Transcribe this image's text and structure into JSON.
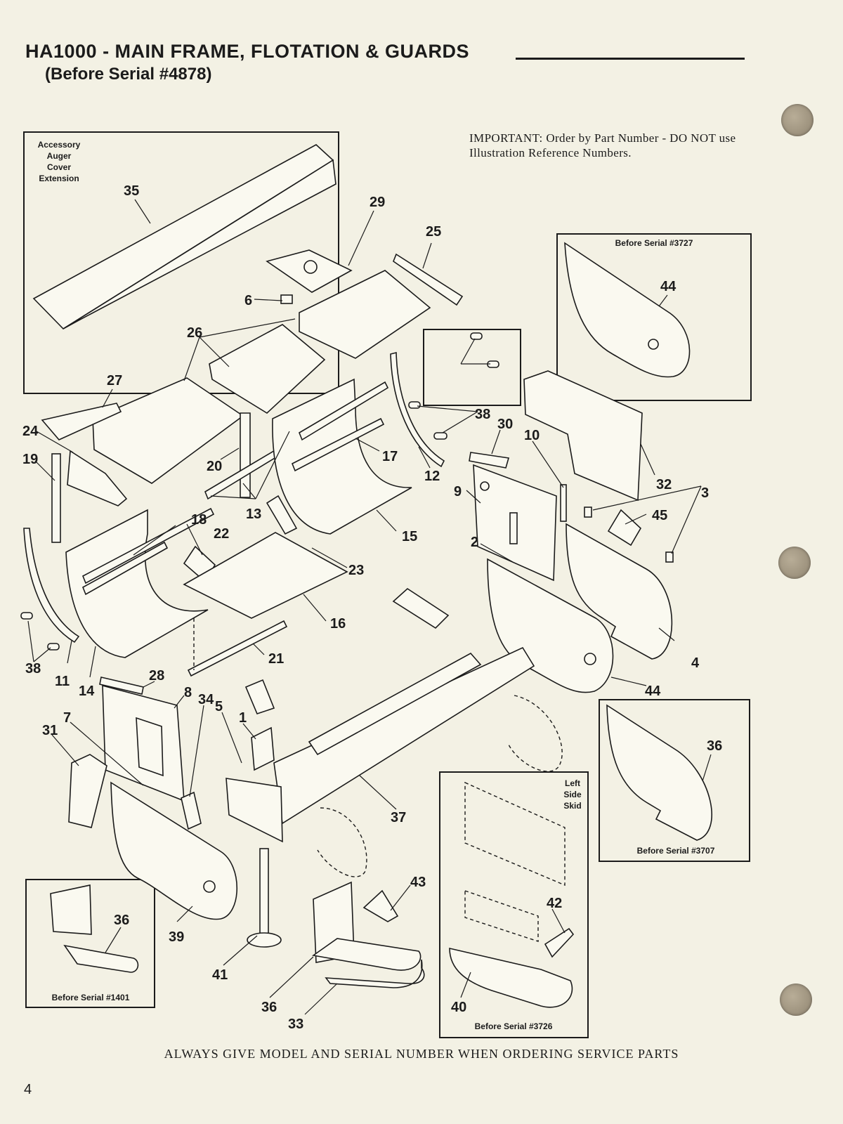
{
  "header": {
    "title": "HA1000 - MAIN FRAME, FLOTATION & GUARDS",
    "subtitle": "(Before Serial #4878)"
  },
  "important_note": "IMPORTANT: Order by Part Number - DO NOT use Illustration Reference Numbers.",
  "footer_note": "ALWAYS GIVE MODEL AND SERIAL NUMBER WHEN ORDERING SERVICE PARTS",
  "page_number": "4",
  "insets": {
    "accessory": "Accessory Auger Cover Extension",
    "serial_3727": "Before Serial #3727",
    "serial_3707": "Before Serial #3707",
    "serial_1401": "Before Serial #1401",
    "serial_3726": "Before Serial #3726",
    "left_side_skid": "Left Side Skid"
  },
  "callouts": [
    "35",
    "29",
    "25",
    "6",
    "26",
    "27",
    "24",
    "19",
    "20",
    "13",
    "17",
    "38",
    "12",
    "30",
    "10",
    "32",
    "3",
    "45",
    "9",
    "2",
    "18",
    "22",
    "23",
    "15",
    "16",
    "21",
    "11",
    "14",
    "28",
    "8",
    "34",
    "5",
    "1",
    "31",
    "7",
    "39",
    "37",
    "41",
    "36",
    "33",
    "43",
    "42",
    "40",
    "44",
    "4"
  ]
}
